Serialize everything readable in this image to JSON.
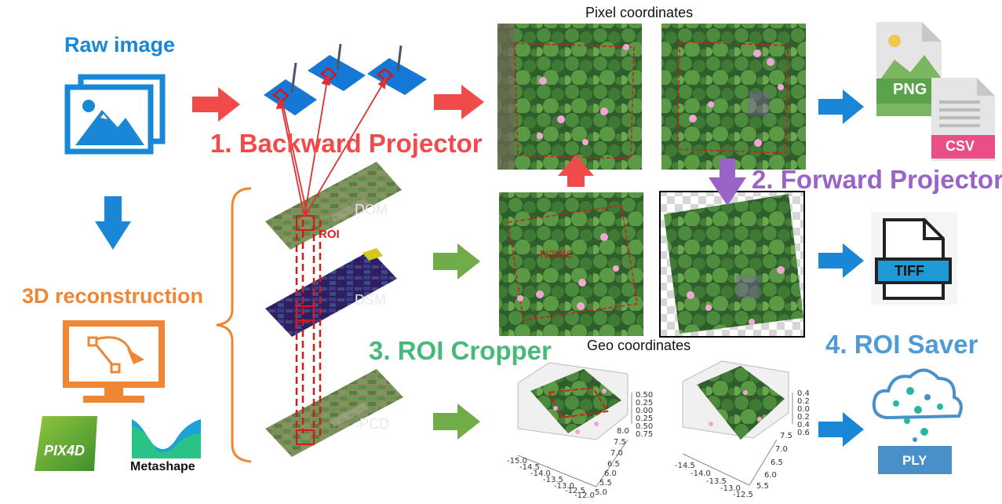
{
  "titles": {
    "raw_image": "Raw image",
    "reconstruction": "3D reconstruction",
    "backward": "1. Backward Projector",
    "forward": "2. Forward Projector",
    "cropper": "3. ROI Cropper",
    "saver": "4. ROI Saver"
  },
  "coords": {
    "pixel": "Pixel coordinates",
    "geo": "Geo coordinates"
  },
  "layers": {
    "dom": "DOM",
    "dsm": "DSM",
    "pcd": "PCD",
    "roi": "ROI"
  },
  "plot_id": "N2W6",
  "software": {
    "pix4d": "PIX4D",
    "metashape": "Metashape"
  },
  "file_formats": {
    "png": "PNG",
    "csv": "CSV",
    "tiff": "TIFF",
    "ply": "PLY"
  },
  "plot1": {
    "x_ticks": [
      "-15.0",
      "-14.5",
      "-14.0",
      "-13.5",
      "-13.0",
      "-12.5",
      "-12.0"
    ],
    "y_ticks": [
      "8.0",
      "7.5",
      "7.0",
      "6.5",
      "6.0",
      "5.5",
      "5.0"
    ],
    "z_ticks": [
      "0.50",
      "0.25",
      "0.00",
      "0.25",
      "0.50",
      "0.75"
    ]
  },
  "plot2": {
    "x_ticks": [
      "-14.5",
      "-14.0",
      "-13.5",
      "-13.0",
      "-12.5"
    ],
    "y_ticks": [
      "7.5",
      "7.0",
      "6.5",
      "6.0",
      "5.5"
    ],
    "z_ticks": [
      "0.4",
      "0.2",
      "0.0",
      "0.2",
      "0.4",
      "0.6"
    ]
  },
  "colors": {
    "arrow_red": "#f04a4a",
    "arrow_green": "#70ad47",
    "arrow_blue": "#1a87d6",
    "arrow_purple": "#9a63c7",
    "brace_orange": "#ee8633"
  }
}
